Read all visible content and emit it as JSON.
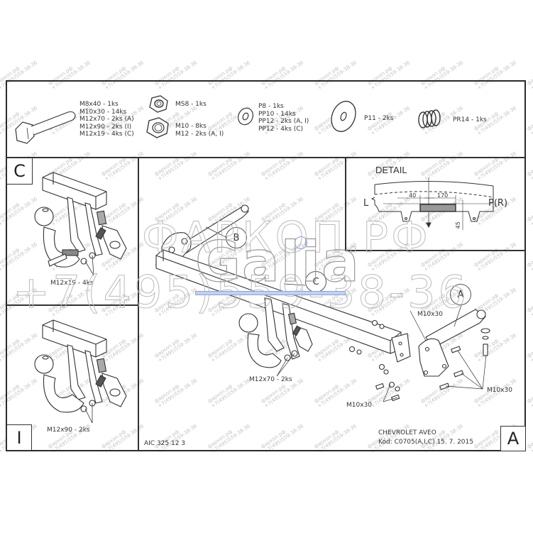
{
  "parts_list": {
    "bolt": {
      "icon": "bolt-icon",
      "lines": [
        "M8x40 - 1ks",
        "M10x30 - 14ks",
        "M12x70 - 2ks (A)",
        "M12x90 - 2ks (I)",
        "M12x19 - 4ks (C)"
      ]
    },
    "self_lock_nut": {
      "icon": "self-locking-nut-icon",
      "lines": [
        "MS8 - 1ks"
      ]
    },
    "hex_nut": {
      "icon": "hex-nut-icon",
      "lines": [
        "M10 - 8ks",
        "M12 - 2ks (A, I)"
      ]
    },
    "washer": {
      "icon": "washer-icon",
      "lines": [
        "P8 - 1ks",
        "PP10 - 14ks",
        "PP12 - 2ks (A, I)",
        "PP12 - 4ks (C)"
      ]
    },
    "large_washer": {
      "icon": "large-washer-icon",
      "lines": [
        "P11 - 2ks"
      ]
    },
    "spring_washer": {
      "icon": "spring-washer-icon",
      "lines": [
        "PR14 - 1ks"
      ]
    }
  },
  "panels": {
    "c": {
      "letter": "C",
      "bolt_label": "M12x19 - 4ks"
    },
    "i": {
      "letter": "I",
      "bolt_label": "M12x90 - 2ks"
    },
    "a": {
      "letter": "A"
    }
  },
  "detail": {
    "title": "DETAIL",
    "left_label": "L",
    "right_label": "P(R)",
    "dim_left": "40",
    "dim_right": "170",
    "dim_vertical": "45"
  },
  "main_drawing": {
    "callouts": [
      "B",
      "C",
      "A"
    ],
    "labels": {
      "m12x70": "M12x70 - 2ks",
      "m10x30_top": "M10x30",
      "m10x30_right": "M10x30",
      "m10x30_bottom": "M10x30"
    }
  },
  "title_block": {
    "drawing_no": "AIC 325 12 3",
    "vehicle": "CHEVROLET AVEO",
    "code_line": "Kód: C0705(A,I,C)  15. 7. 2015"
  },
  "watermark": {
    "big_line1": "ФАРКОП.РФ",
    "big_line2": "+7(495)559-38-36",
    "logo": "Galia",
    "small_site": "фаркоп.рф",
    "small_phone": "+7(495)559-38-36"
  },
  "colors": {
    "line": "#333333",
    "background": "#ffffff",
    "watermark": "#c4c4c4",
    "logo_accent": "#8fa3d8"
  }
}
